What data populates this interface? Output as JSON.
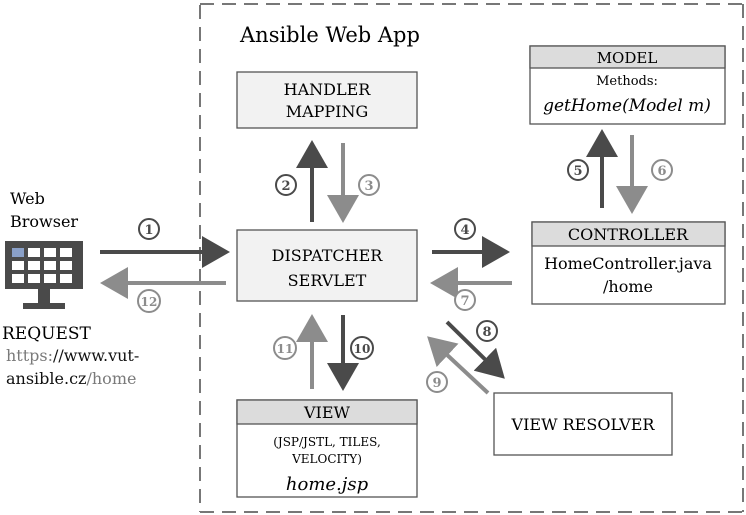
{
  "app": {
    "title": "Ansible Web App"
  },
  "browser": {
    "label_line1": "Web",
    "label_line2": "Browser",
    "request_label": "REQUEST",
    "url": {
      "part1": "https:",
      "part2": "//www.vut-",
      "part3": "ansible.cz",
      "part4": "/home"
    }
  },
  "handler_mapping": {
    "line1": "HANDLER",
    "line2": "MAPPING"
  },
  "dispatcher": {
    "line1": "DISPATCHER",
    "line2": "SERVLET"
  },
  "model": {
    "title": "MODEL",
    "methods_label": "Methods:",
    "method": "getHome(Model m)"
  },
  "controller": {
    "title": "CONTROLLER",
    "line1": "HomeController.java",
    "line2": "/home"
  },
  "view": {
    "title": "VIEW",
    "line1": "(JSP/JSTL, TILES,",
    "line2": "VELOCITY)",
    "file": "home.jsp"
  },
  "view_resolver": {
    "label": "VIEW RESOLVER"
  },
  "steps": [
    "1",
    "2",
    "3",
    "4",
    "5",
    "6",
    "7",
    "8",
    "9",
    "10",
    "11",
    "12"
  ],
  "colors": {
    "dark_arrow": "#4a4a4a",
    "light_arrow": "#8c8c8c",
    "box_header": "#dcdcdc",
    "box_fill": "#f2f2f2",
    "url_gray": "#7a7a7a"
  }
}
